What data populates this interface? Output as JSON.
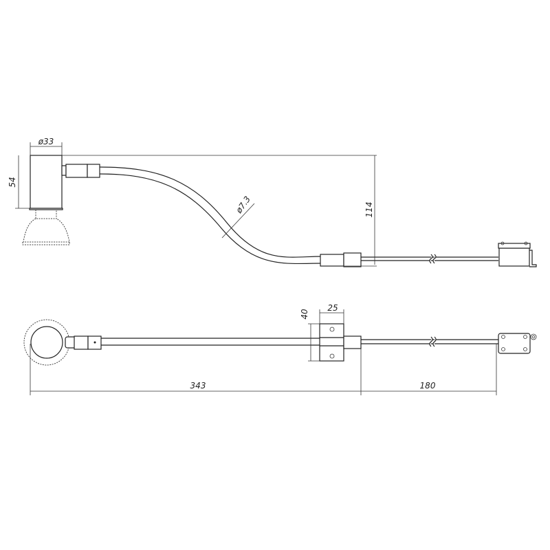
{
  "dimensions": {
    "head_diameter": "ø33",
    "head_height": "54",
    "hose_diameter": "ø7.3",
    "total_height": "114",
    "bracket_height": "40",
    "bracket_width": "25",
    "arm_length": "343",
    "cable_length": "180"
  },
  "colors": {
    "line": "#222222",
    "background": "#ffffff"
  }
}
